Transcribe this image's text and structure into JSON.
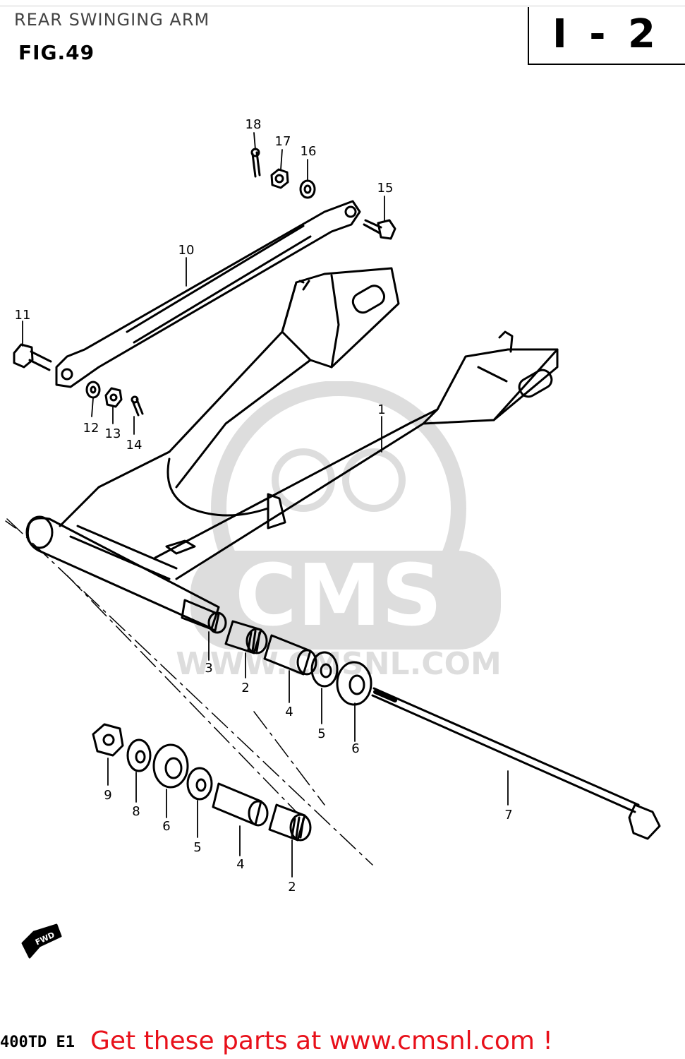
{
  "header": {
    "title": "REAR SWINGING ARM",
    "figure": "FIG.49",
    "sheet_code": "I - 2"
  },
  "watermark": {
    "brand": "CMS",
    "url_text": "WWW.CMSNL.COM"
  },
  "callouts": [
    {
      "id": "c18",
      "label": "18"
    },
    {
      "id": "c17",
      "label": "17"
    },
    {
      "id": "c16",
      "label": "16"
    },
    {
      "id": "c15",
      "label": "15"
    },
    {
      "id": "c10",
      "label": "10"
    },
    {
      "id": "c11",
      "label": "11"
    },
    {
      "id": "c12",
      "label": "12"
    },
    {
      "id": "c13",
      "label": "13"
    },
    {
      "id": "c14",
      "label": "14"
    },
    {
      "id": "c1",
      "label": "1"
    },
    {
      "id": "c3",
      "label": "3"
    },
    {
      "id": "c2a",
      "label": "2"
    },
    {
      "id": "c4a",
      "label": "4"
    },
    {
      "id": "c5a",
      "label": "5"
    },
    {
      "id": "c6a",
      "label": "6"
    },
    {
      "id": "c7",
      "label": "7"
    },
    {
      "id": "c9",
      "label": "9"
    },
    {
      "id": "c8",
      "label": "8"
    },
    {
      "id": "c6b",
      "label": "6"
    },
    {
      "id": "c5b",
      "label": "5"
    },
    {
      "id": "c4b",
      "label": "4"
    },
    {
      "id": "c2b",
      "label": "2"
    }
  ],
  "direction_marker": "FWD",
  "footer": {
    "model_code": "400TD E1",
    "banner": "Get these parts at www.cmsnl.com !"
  },
  "colors": {
    "banner": "#e8101a",
    "line": "#000000"
  }
}
